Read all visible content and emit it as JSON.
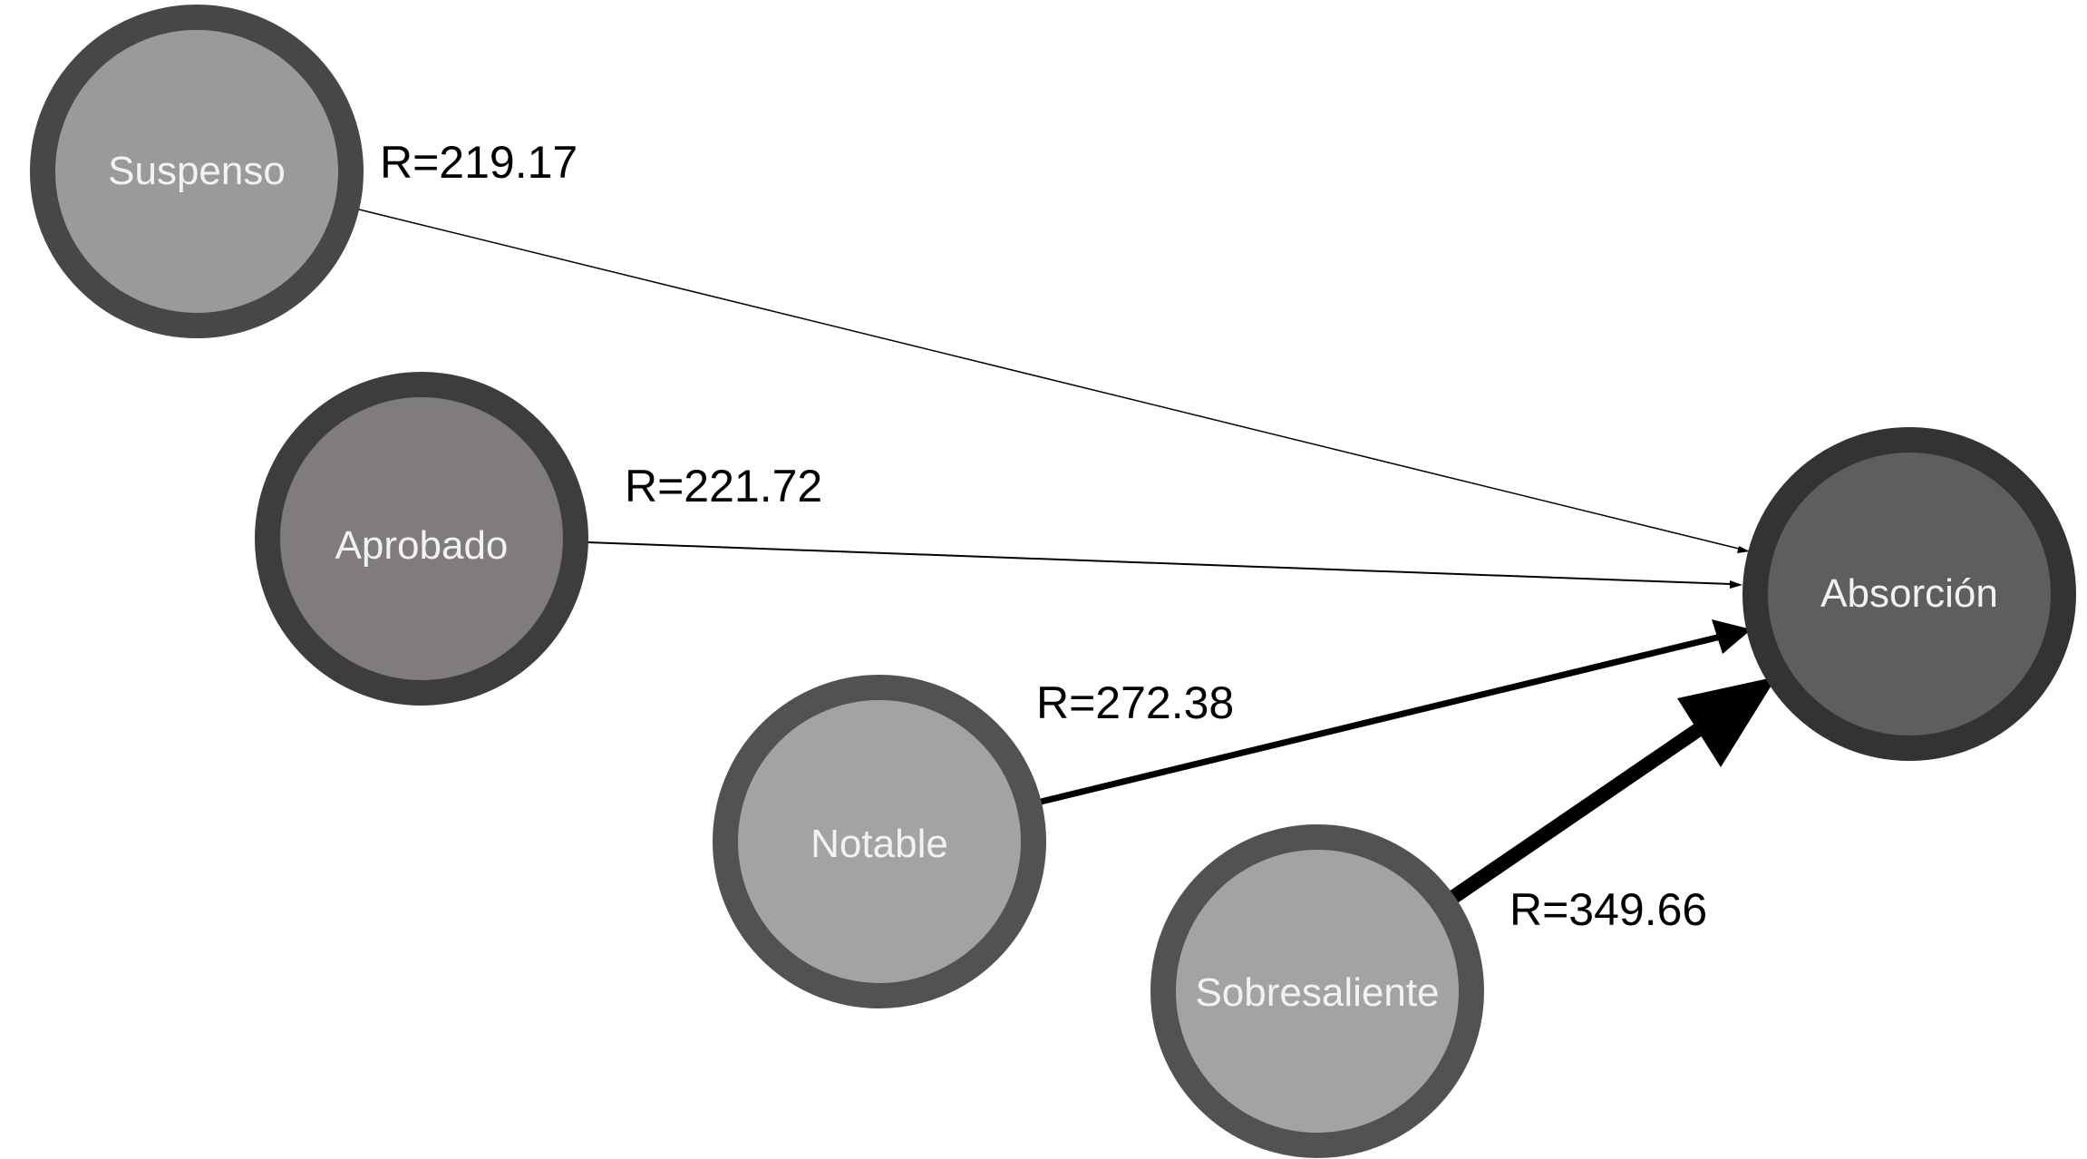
{
  "nodes": {
    "suspenso": {
      "label": "Suspenso",
      "fill": "#9a9a9a",
      "border": "#474747"
    },
    "aprobado": {
      "label": "Aprobado",
      "fill": "#7f7c7b",
      "border": "#3d3d3d"
    },
    "notable": {
      "label": "Notable",
      "fill": "#a4a3a4",
      "border": "#535253"
    },
    "sobresaliente": {
      "label": "Sobresaliente",
      "fill": "#a4a3a4",
      "border": "#535253"
    },
    "absorcion": {
      "label": "Absorción",
      "fill": "#5f5e5f",
      "border": "#343334"
    }
  },
  "edges": [
    {
      "from": "suspenso",
      "to": "absorcion",
      "label": "R=219.17",
      "value": 219.17
    },
    {
      "from": "aprobado",
      "to": "absorcion",
      "label": "R=221.72",
      "value": 221.72
    },
    {
      "from": "notable",
      "to": "absorcion",
      "label": "R=272.38",
      "value": 272.38
    },
    {
      "from": "sobresaliente",
      "to": "absorcion",
      "label": "R=349.66",
      "value": 349.66
    }
  ],
  "colors": {
    "edge": "#000000",
    "background": "#ffffff"
  }
}
